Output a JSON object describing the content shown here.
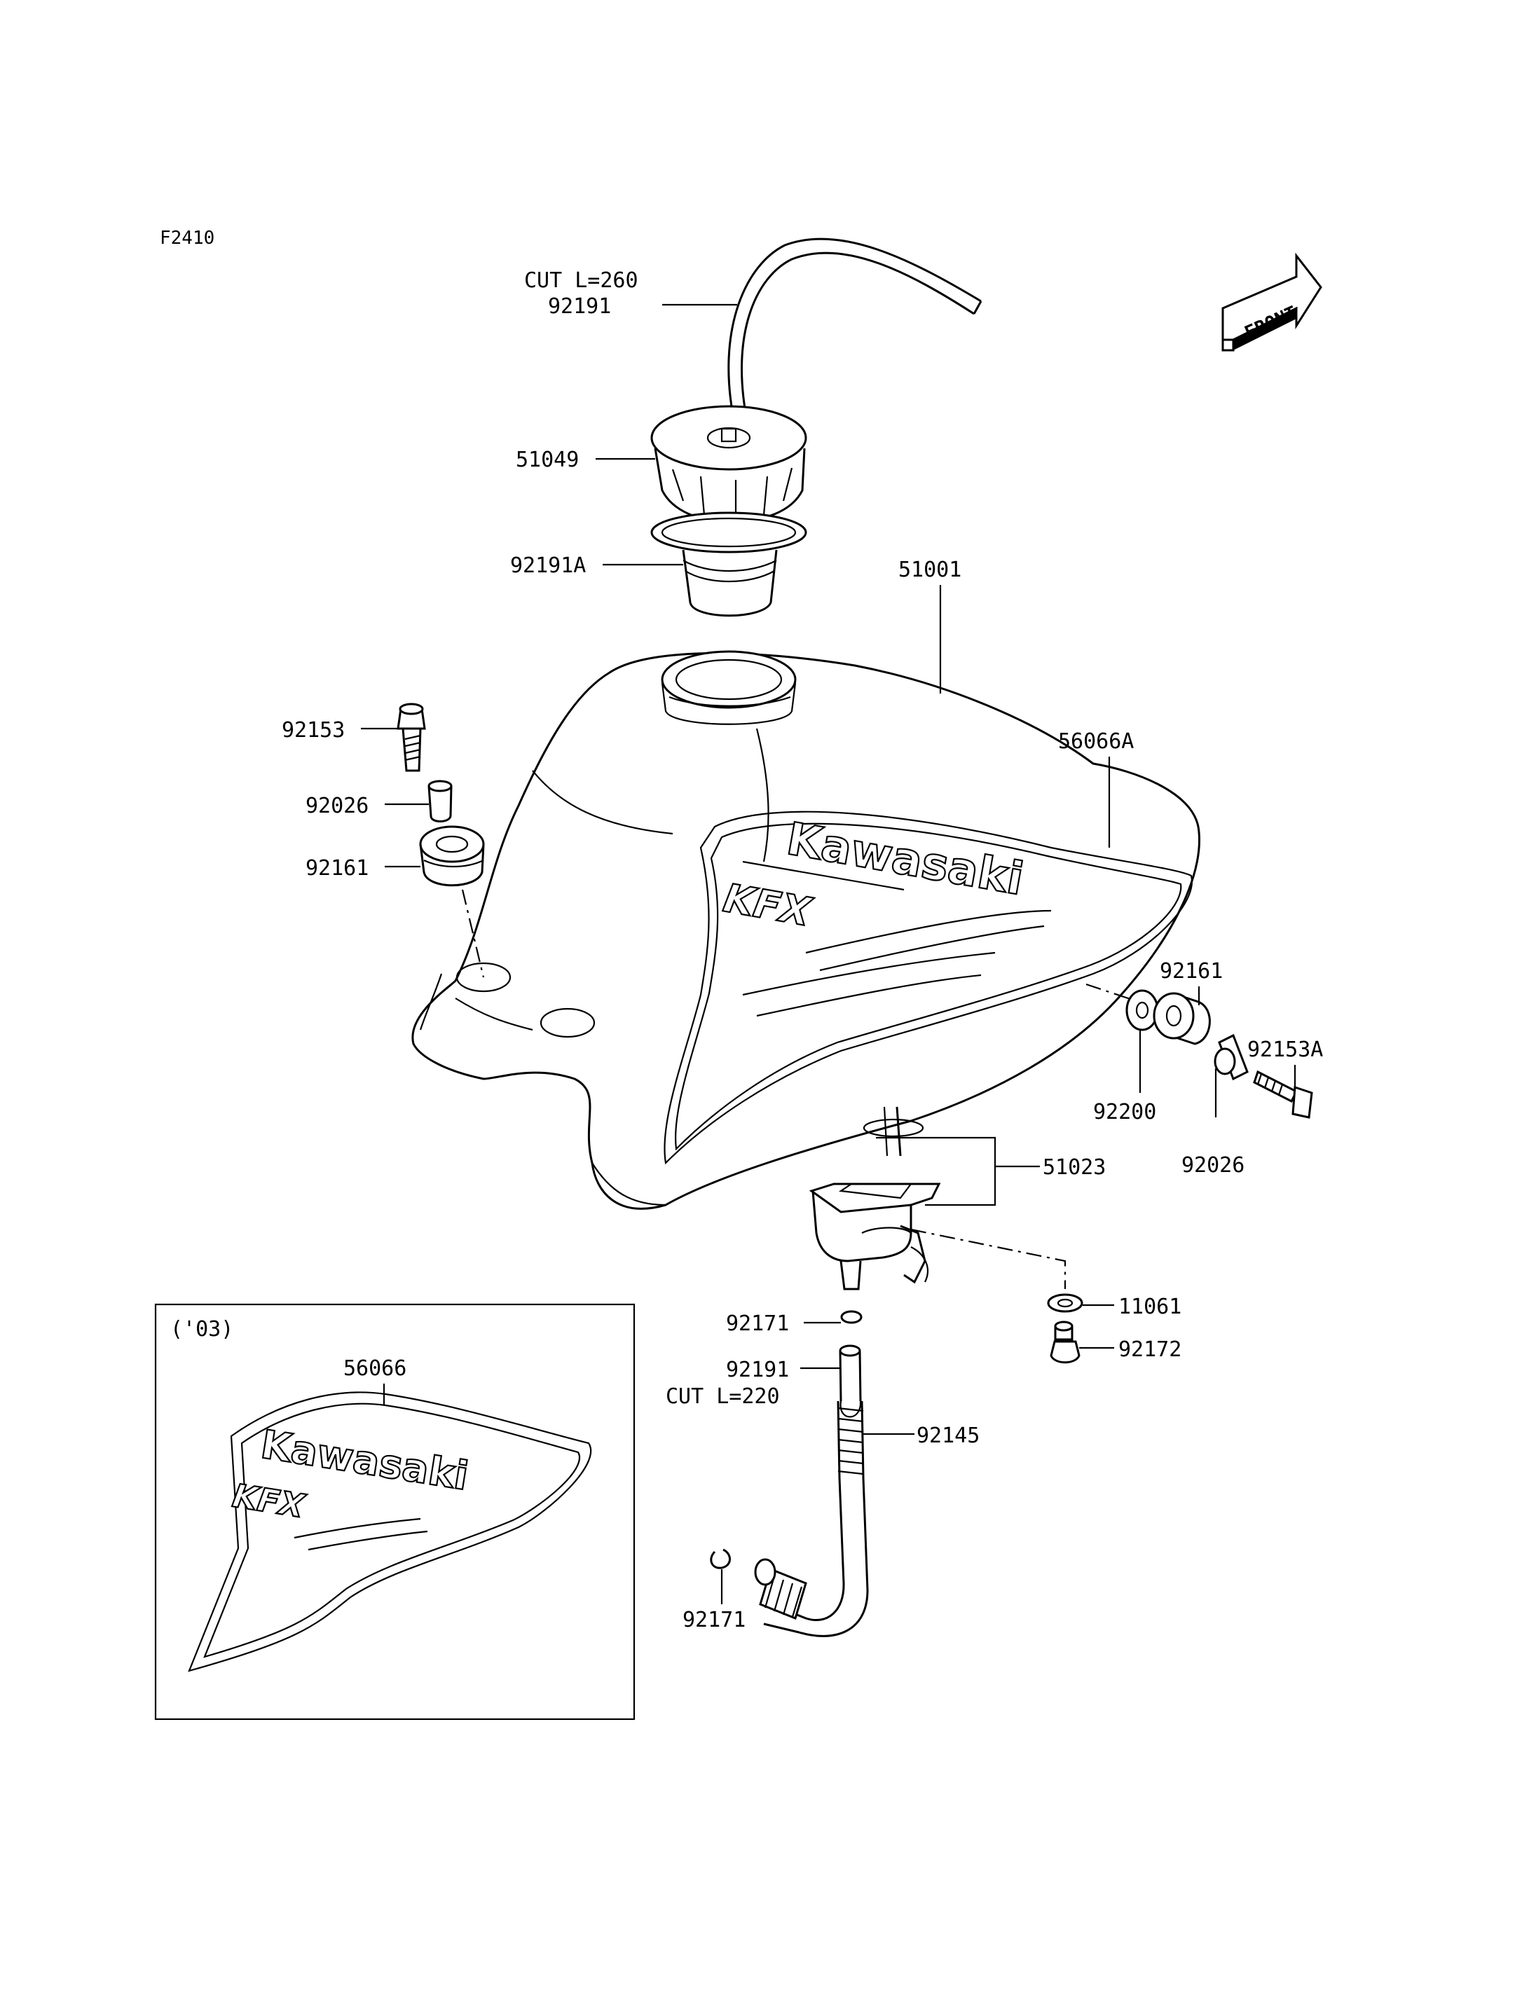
{
  "diagram_code": "F2410",
  "front_label": "FRONT",
  "inset_year": "('03)",
  "brand_logo": "Kawasaki",
  "model_logo": "KFX",
  "labels": {
    "cut_260": "CUT L=260",
    "p92191_top": "92191",
    "p51049": "51049",
    "p92191A": "92191A",
    "p51001": "51001",
    "p92153": "92153",
    "p56066A": "56066A",
    "p92026_left": "92026",
    "p92161_left": "92161",
    "p92161_right": "92161",
    "p92153A": "92153A",
    "p92200": "92200",
    "p92026_right": "92026",
    "p51023": "51023",
    "p11061": "11061",
    "p92171_top": "92171",
    "p92172": "92172",
    "p56066": "56066",
    "p92191_bottom": "92191",
    "cut_220": "CUT L=220",
    "p92145": "92145",
    "p92171_bottom": "92171"
  }
}
